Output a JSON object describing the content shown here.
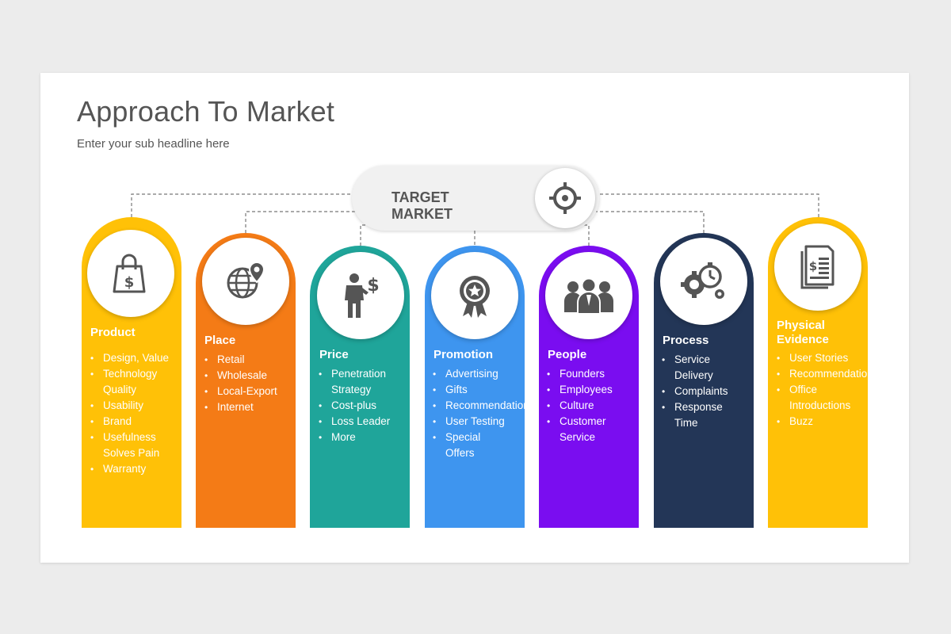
{
  "title": "Approach To Market",
  "subtitle": "Enter your sub headline here",
  "center": {
    "label": "TARGET MARKET",
    "icon": "crosshair-target-icon"
  },
  "colors": {
    "product": "#ffc107",
    "place": "#f47b16",
    "price": "#1fa59a",
    "promotion": "#3e95ef",
    "people": "#7a0df0",
    "process": "#233657",
    "physical_evidence": "#ffc107"
  },
  "columns": [
    {
      "key": "product",
      "title": "Product",
      "icon": "shopping-bag-dollar-icon",
      "items": [
        "Design, Value",
        "Technology Quality",
        "Usability",
        "Brand",
        "Usefulness Solves Pain",
        "Warranty"
      ]
    },
    {
      "key": "place",
      "title": "Place",
      "icon": "globe-location-pin-icon",
      "items": [
        "Retail",
        "Wholesale",
        "Local-Export",
        "Internet"
      ]
    },
    {
      "key": "price",
      "title": "Price",
      "icon": "businessman-dollar-icon",
      "items": [
        "Penetration Strategy",
        "Cost-plus",
        "Loss Leader",
        "More"
      ]
    },
    {
      "key": "promotion",
      "title": "Promotion",
      "icon": "award-badge-star-icon",
      "items": [
        "Advertising",
        "Gifts",
        "Recommendations",
        "User Testing",
        "Special Offers"
      ]
    },
    {
      "key": "people",
      "title": "People",
      "icon": "team-people-icon",
      "items": [
        "Founders",
        "Employees",
        "Culture",
        "Customer Service"
      ]
    },
    {
      "key": "process",
      "title": "Process",
      "icon": "gears-stopwatch-icon",
      "items": [
        "Service Delivery",
        "Complaints",
        "Response Time"
      ]
    },
    {
      "key": "physical_evidence",
      "title": "Physical Evidence",
      "icon": "document-dollar-icon",
      "items": [
        "User Stories",
        "Recommendations",
        "Office Introductions",
        "Buzz"
      ]
    }
  ]
}
